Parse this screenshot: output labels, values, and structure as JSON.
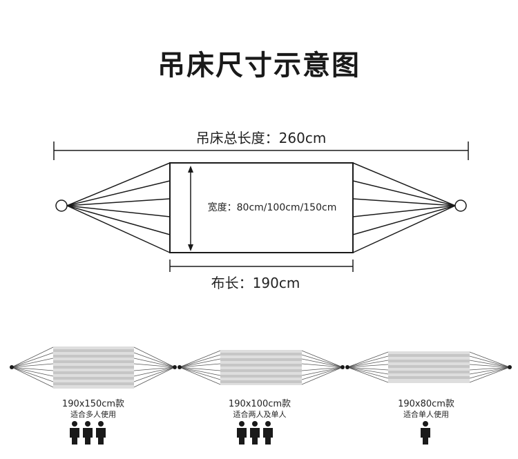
{
  "title": "吊床尺寸示意图",
  "main_diagram": {
    "total_length_label": "吊床总长度：260cm",
    "width_label": "宽度：80cm/100cm/150cm",
    "cloth_length_label": "布长：190cm"
  },
  "variants": [
    {
      "model": "190x150cm款",
      "usage": "适合多人使用",
      "people": 3
    },
    {
      "model": "190x100cm款",
      "usage": "适合两人及单人",
      "people": 3
    },
    {
      "model": "190x80cm款",
      "usage": "适合单人使用",
      "people": 1
    }
  ],
  "colors": {
    "line": "#1a1a1a",
    "stripe_light": "#dcdcdc",
    "stripe_dark": "#c4c4c4"
  }
}
